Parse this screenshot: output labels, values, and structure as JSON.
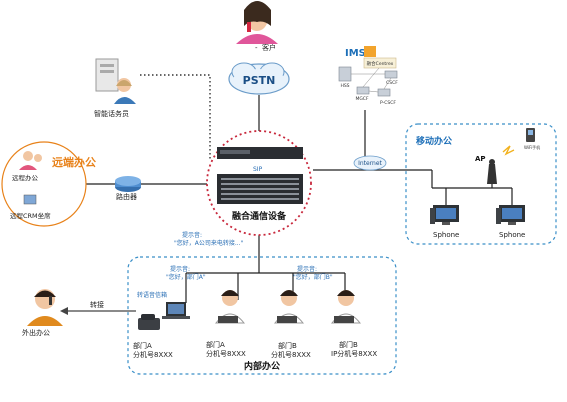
{
  "customer": "客户",
  "pstn": "PSTN",
  "agent": "智能话务员",
  "ims": {
    "title": "IMS",
    "centrex": "融合Centrex",
    "hss": "HSS",
    "cscf": "CSCF",
    "mgcf": "MGCF",
    "pcscf": "P-CSCF"
  },
  "remote": {
    "title": "远端办公",
    "office": "远程办公",
    "crm": "远程CRM坐席"
  },
  "router": "路由器",
  "device": {
    "sip": "SIP",
    "label": "融合通信设备"
  },
  "internet": "Internet",
  "mobile": {
    "title": "移动办公",
    "ap": "AP",
    "wifi": "WiFi手机",
    "sphone1": "Sphone",
    "sphone2": "Sphone"
  },
  "prompt_top": {
    "title": "提示音:",
    "text": "\"您好，A公司来电转接...\""
  },
  "prompt_a": {
    "title": "提示音:",
    "text": "\"您好，部门A\""
  },
  "prompt_b": {
    "title": "提示音:",
    "text": "\"您好，部门B\""
  },
  "forward_msg": "转语音信箱",
  "forward": "转接",
  "outside": "外出办公",
  "depts": [
    {
      "name": "部门A",
      "ext": "分机号8XXX"
    },
    {
      "name": "部门A",
      "ext": "分机号8XXX"
    },
    {
      "name": "部门B",
      "ext": "分机号8XXX"
    },
    {
      "name": "部门B",
      "ext": "IP分机号8XXX"
    }
  ],
  "internal": "内部办公",
  "colors": {
    "red_dash": "#c8283c",
    "blue_dash": "#3a8fc8",
    "title_blue": "#1d6fb8",
    "orange_title": "#e8821a"
  }
}
